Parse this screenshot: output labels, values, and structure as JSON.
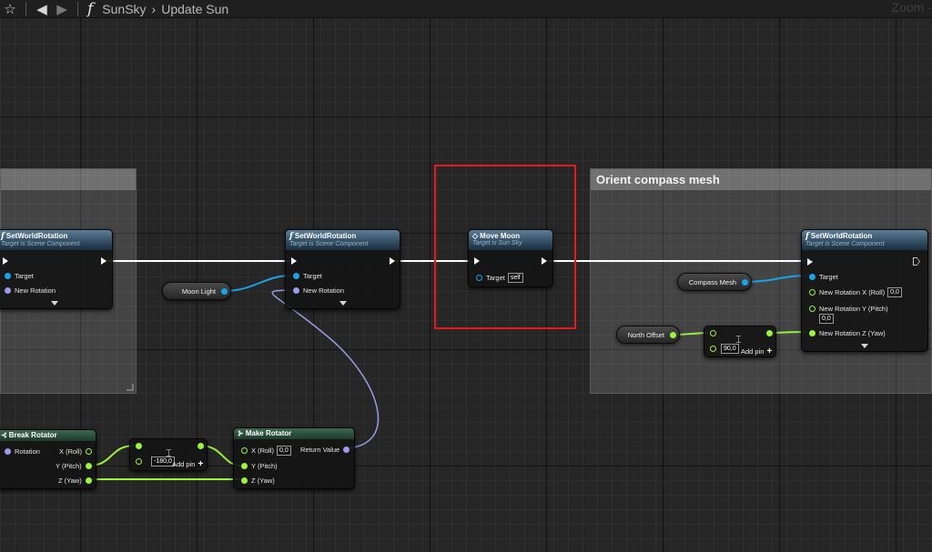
{
  "toolbar": {
    "breadcrumb_blueprint": "SunSky",
    "breadcrumb_function": "Update Sun",
    "function_glyph": "f",
    "zoom_label": "Zoom -"
  },
  "comments": {
    "left_title": "",
    "orient_title": "Orient compass mesh"
  },
  "nodes": {
    "set_world_rotation_left": {
      "title": "SetWorldRotation",
      "subtitle": "Target is Scene Component",
      "pins": [
        "Target",
        "New Rotation"
      ]
    },
    "set_world_rotation_mid": {
      "title": "SetWorldRotation",
      "subtitle": "Target is Scene Component",
      "pins": [
        "Target",
        "New Rotation"
      ]
    },
    "move_moon": {
      "title": "Move Moon",
      "subtitle": "Target is Sun Sky",
      "target_label": "Target",
      "target_value": "self"
    },
    "set_world_rotation_right": {
      "title": "SetWorldRotation",
      "subtitle": "Target is Scene Component",
      "pins": [
        "Target",
        "New Rotation X (Roll)",
        "New Rotation Y (Pitch)",
        "New Rotation Z (Yaw)"
      ],
      "roll_value": "0,0",
      "pitch_value": "0,0"
    },
    "break_rotator": {
      "title": "Break Rotator",
      "input": "Rotation",
      "outputs": [
        "X (Roll)",
        "Y (Pitch)",
        "Z (Yaw)"
      ]
    },
    "add_left": {
      "value": "-180,0",
      "add_pin": "Add pin"
    },
    "make_rotator": {
      "title": "Make Rotator",
      "inputs": [
        "X (Roll)",
        "Y (Pitch)",
        "Z (Yaw)"
      ],
      "roll_value": "0,0",
      "output": "Return Value"
    },
    "add_right": {
      "value": "90,0",
      "add_pin": "Add pin"
    }
  },
  "variables": {
    "moon_light": "Moon Light",
    "compass_mesh": "Compass Mesh",
    "north_offset": "North Offset"
  },
  "colors": {
    "exec_wire": "#ffffff",
    "object_wire": "#1aa3e8",
    "struct_wire": "#9a9ae8",
    "float_wire": "#9bf23f",
    "highlight": "#e31b1b"
  }
}
